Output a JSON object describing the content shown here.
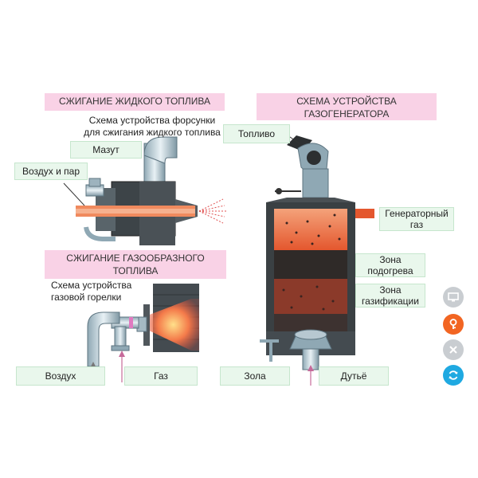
{
  "liquid": {
    "title": "СЖИГАНИЕ ЖИДКОГО ТОПЛИВА",
    "caption_line1": "Схема устройства форсунки",
    "caption_line2": "для сжигания жидкого топлива",
    "labels": {
      "mazut": "Мазут",
      "air_steam": "Воздух и пар"
    }
  },
  "gas": {
    "title_line1": "СЖИГАНИЕ ГАЗООБРАЗНОГО",
    "title_line2": "ТОПЛИВА",
    "caption_line1": "Схема устройства",
    "caption_line2": "газовой горелки",
    "labels": {
      "air": "Воздух",
      "gas": "Газ"
    }
  },
  "generator": {
    "title_line1": "СХЕМА УСТРОЙСТВА",
    "title_line2": "ГАЗОГЕНЕРАТОРА",
    "labels": {
      "fuel": "Топливо",
      "gen_gas_line1": "Генераторный",
      "gen_gas_line2": "газ",
      "heating_line1": "Зона",
      "heating_line2": "подогрева",
      "gasification_line1": "Зона",
      "gasification_line2": "газификации",
      "ash": "Зола",
      "blast": "Дутьё"
    }
  },
  "colors": {
    "title_bg": "#f9d2e6",
    "label_bg": "#e9f7ec",
    "btn_gray": "#c9cdd1",
    "btn_orange": "#f26522",
    "btn_blue": "#1fa9e1"
  },
  "side_buttons": [
    {
      "name": "screen-icon"
    },
    {
      "name": "key-icon"
    },
    {
      "name": "close-icon"
    },
    {
      "name": "refresh-icon"
    }
  ]
}
